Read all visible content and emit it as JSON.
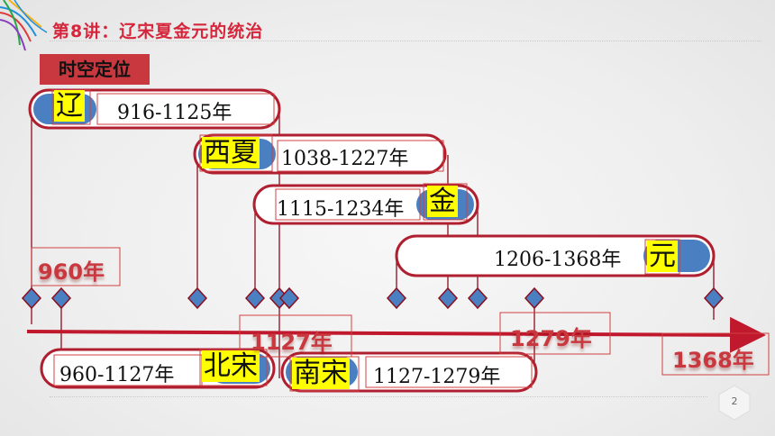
{
  "title": "第8讲：辽宋夏金元的统治",
  "section_label": "时空定位",
  "dynasties": [
    {
      "name": "辽",
      "years": "916-1125年"
    },
    {
      "name": "西夏",
      "years": "1038-1227年"
    },
    {
      "name": "金",
      "years": "1115-1234年"
    },
    {
      "name": "元",
      "years": "1206-1368年"
    },
    {
      "name": "北宋",
      "years": "960-1127年"
    },
    {
      "name": "南宋",
      "years": "1127-1279年"
    }
  ],
  "markers": [
    "960年",
    "1127年",
    "1279年",
    "1368年"
  ],
  "page_number": "2",
  "colors": {
    "accent": "#c8383e",
    "title": "#d6263b",
    "pill_blue": "#4a7fc1",
    "highlight": "#ffff00"
  }
}
